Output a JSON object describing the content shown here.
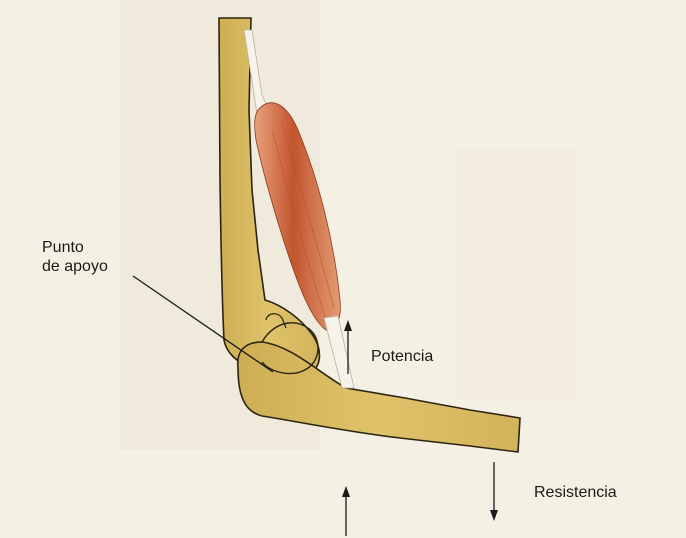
{
  "labels": {
    "fulcrum_line1": "Punto",
    "fulcrum_line2": "de apoyo",
    "effort": "Potencia",
    "resistance": "Resistencia"
  },
  "colors": {
    "paper": "#f4f0e3",
    "bone_fill": "#d8b85c",
    "bone_stroke": "#2c2410",
    "muscle_dark": "#c2562f",
    "muscle_light": "#e9a07c",
    "tendon": "#f7f3ea",
    "arrow": "#1a1a1a"
  },
  "arrows": {
    "effort": "up",
    "resistance_load": "down",
    "resistance_support": "up"
  }
}
